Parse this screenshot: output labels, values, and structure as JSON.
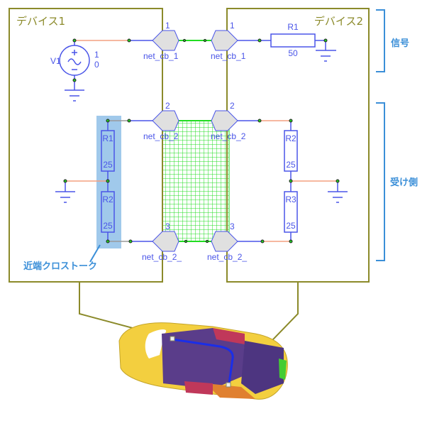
{
  "device1": {
    "title": "デバイス1"
  },
  "device2": {
    "title": "デバイス2"
  },
  "source": {
    "name": "V1",
    "amp": "1",
    "offset": "0"
  },
  "connectors": {
    "left_1": {
      "pin": "1",
      "net": "net_cb_1"
    },
    "right_1": {
      "pin": "1",
      "net": "net_cb_1"
    },
    "left_2": {
      "pin": "2",
      "net": "net_cb_2"
    },
    "right_2": {
      "pin": "2",
      "net": "net_cb_2"
    },
    "left_3": {
      "pin": "3",
      "net": "net_cb_2_"
    },
    "right_3": {
      "pin": "3",
      "net": "net_cb_2_"
    }
  },
  "resistors": {
    "d2_r1": {
      "name": "R1",
      "value": "50"
    },
    "d1_r1": {
      "name": "R1",
      "value": "25"
    },
    "d1_r2": {
      "name": "R2",
      "value": "25"
    },
    "d2_r2": {
      "name": "R2",
      "value": "25"
    },
    "d2_r3": {
      "name": "R3",
      "value": "25"
    }
  },
  "labels": {
    "signal": "信号",
    "receiver": "受け側",
    "near_end_crosstalk": "近端クロストーク"
  },
  "colors": {
    "frame": "#8b8a2a",
    "wire": "#4a55e8",
    "accent": "#3b8fd8",
    "mesh": "#22dd22",
    "highlight": "#8fc0e8"
  }
}
